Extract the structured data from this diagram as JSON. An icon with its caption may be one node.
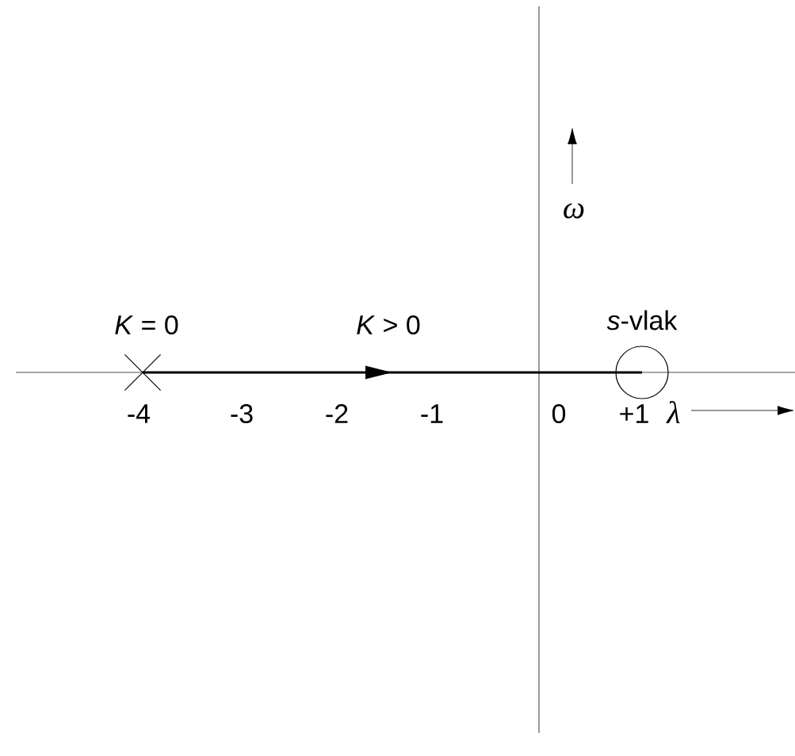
{
  "diagram": {
    "nodes": [
      {
        "text": [],
        "shape": "cross",
        "beside": [
          "*K* = 0"
        ]
      },
      {
        "text": [],
        "shape": "circle"
      }
    ],
    "edges": [
      {
        "from": 0,
        "to": 1,
        "arrow": "to",
        "label": "*K* > 0"
      }
    ],
    "labels": [
      "ω",
      "*s*-vlak",
      "-4",
      "-3",
      "-2",
      "-1",
      "0",
      "+1",
      "λ"
    ]
  }
}
